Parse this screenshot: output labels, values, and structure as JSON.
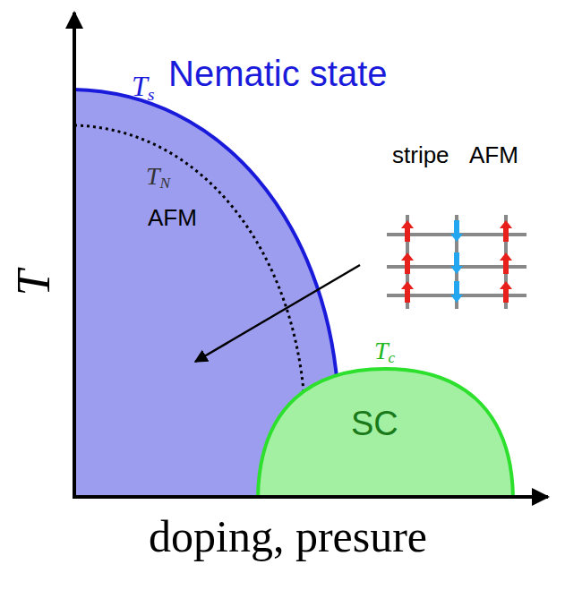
{
  "diagram": {
    "nodes": [
      {
        "text": [
          "Ts",
          "Nematic state",
          "TN",
          "AFM"
        ]
      },
      {
        "text": [
          "Tc",
          "SC"
        ]
      }
    ],
    "labels": [
      "stripe",
      "AFM",
      "T",
      "doping, presure"
    ]
  }
}
